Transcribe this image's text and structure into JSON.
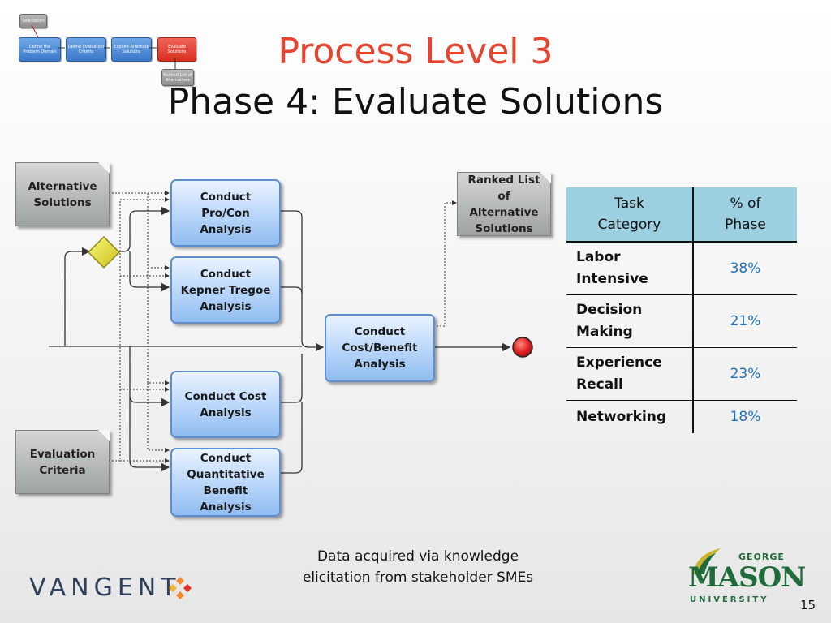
{
  "mini_map": {
    "solicitation": "Solicitation",
    "steps": [
      "Define the Problem Domain",
      "Define Evaluation Criteria",
      "Explore Alternate Solutions",
      "Evaluate Solutions"
    ],
    "output": "Ranked List of Alternatives"
  },
  "title": {
    "line1": "Process Level 3",
    "line2": "Phase 4: Evaluate Solutions"
  },
  "diagram": {
    "inputs": {
      "alternative_solutions": "Alternative Solutions",
      "evaluation_criteria": "Evaluation Criteria"
    },
    "tasks": {
      "pro_con": "Conduct Pro/Con Analysis",
      "kepner_tregoe": "Conduct Kepner Tregoe Analysis",
      "cost": "Conduct Cost Analysis",
      "quant_benefit": "Conduct Quantitative Benefit Analysis",
      "cost_benefit": "Conduct Cost/Benefit Analysis"
    },
    "output": "Ranked List of Alternative Solutions"
  },
  "table": {
    "headers": [
      "Task Category",
      "% of Phase"
    ],
    "rows": [
      {
        "category": "Labor Intensive",
        "percent": "38%"
      },
      {
        "category": "Decision Making",
        "percent": "21%"
      },
      {
        "category": "Experience Recall",
        "percent": "23%"
      },
      {
        "category": "Networking",
        "percent": "18%"
      }
    ]
  },
  "footnote": {
    "line1": "Data acquired via knowledge",
    "line2": "elicitation from stakeholder SMEs"
  },
  "logos": {
    "vangent": "VANGENT",
    "mason_top": "GEORGE",
    "mason_main": "MASON",
    "mason_bottom": "UNIVERSITY"
  },
  "page_number": "15",
  "colors": {
    "title_accent": "#e8432f",
    "task_blue": "#8fbcf0",
    "table_header": "#9ccfe0",
    "percent_text": "#1e6fb5",
    "end_node": "#e02020",
    "gateway": "#e8e23a",
    "mason_green": "#1f6b3a"
  }
}
